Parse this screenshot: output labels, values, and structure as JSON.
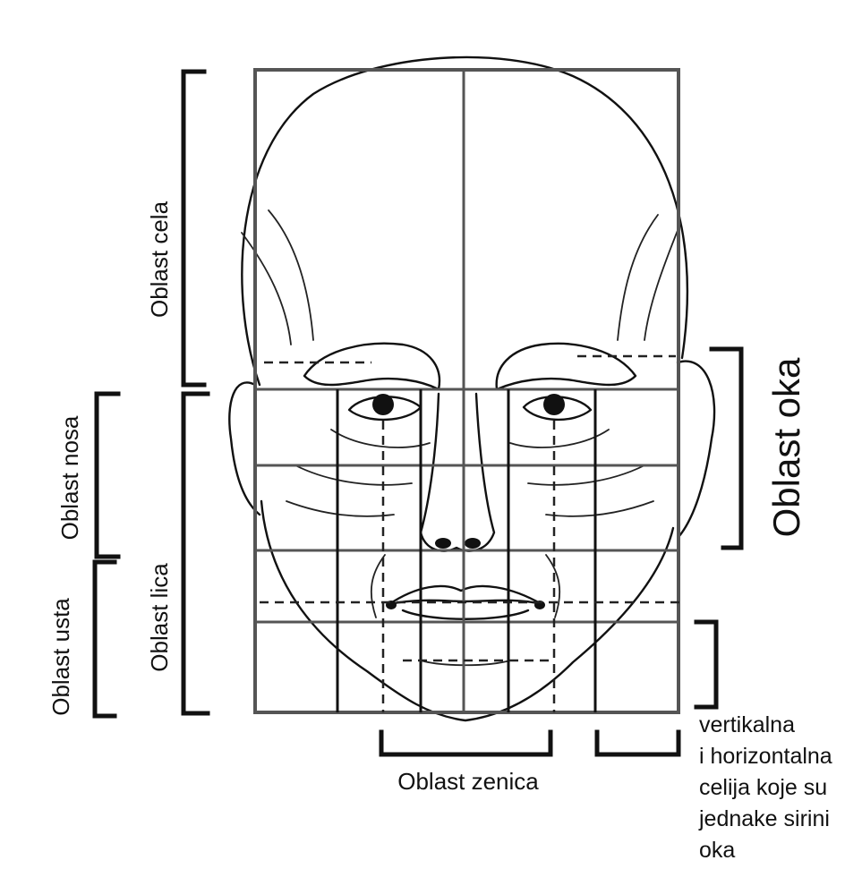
{
  "labels": {
    "forehead_area": "Oblast  cela",
    "nose_area": "Oblast nosa",
    "mouth_area": "Oblast usta",
    "face_area": "Oblast  lica",
    "eye_area": "Oblast oka",
    "pupil_area": "Oblast zenica",
    "cell_note": [
      "vertikalna",
      "i horizontalna",
      "celija koje su",
      "jednake sirini",
      "oka"
    ]
  },
  "colors": {
    "ink": "#111111",
    "grid": "#555555",
    "background": "#ffffff"
  }
}
